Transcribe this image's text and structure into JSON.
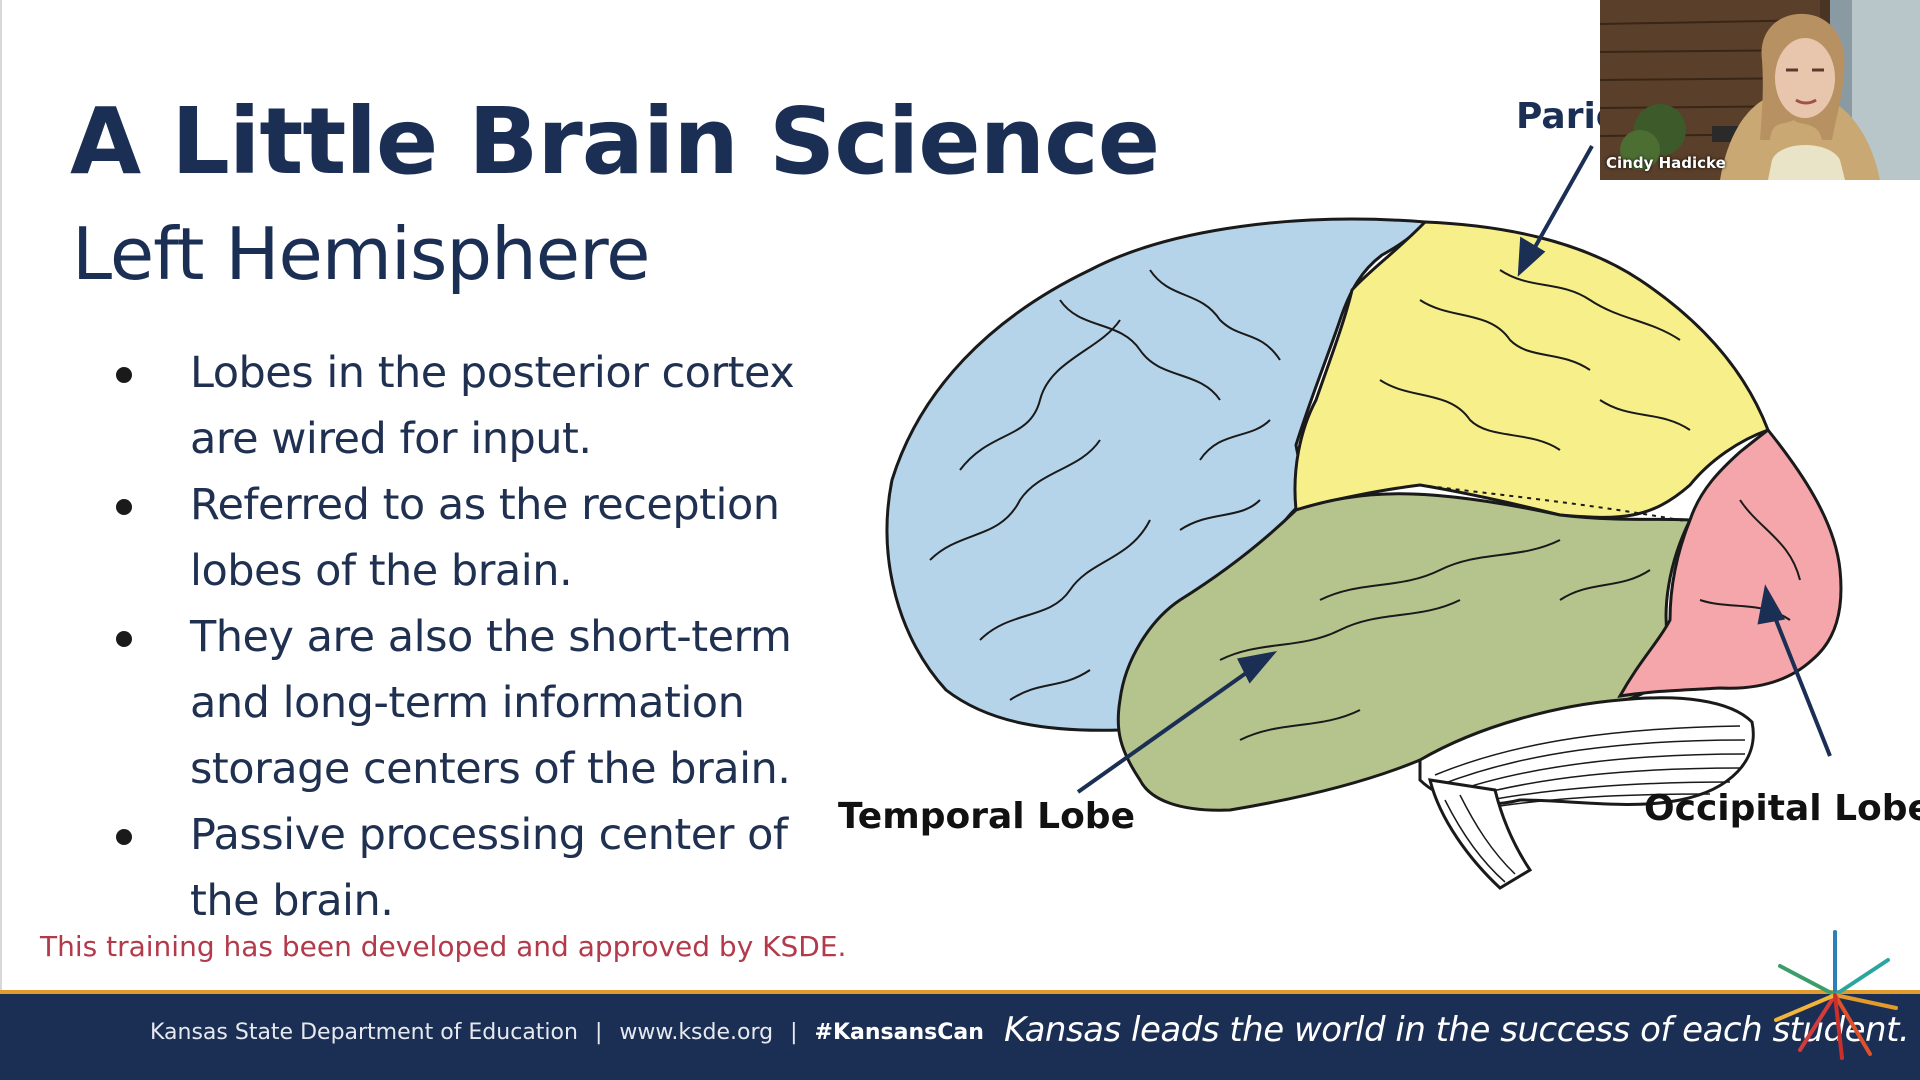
{
  "slide": {
    "title": "A Little Brain Science",
    "subtitle": "Left Hemisphere",
    "bullets": [
      "Lobes in the posterior cortex are wired for input.",
      "Referred to as the reception lobes of the brain.",
      "They are also the short-term and long-term information storage centers of the brain.",
      "Passive processing center of the brain."
    ],
    "note": "This training has been developed and approved by KSDE.",
    "labels": {
      "parietal": "Parie",
      "temporal": "Temporal Lobe",
      "occipital": "Occipital Lobe"
    }
  },
  "footer": {
    "org": "Kansas State Department of Education",
    "separator": "|",
    "website": "www.ksde.org",
    "hashtag": "#KansansCan",
    "tagline": "Kansas leads the world in the success of each student."
  },
  "webcam": {
    "participant_name": "Cindy Hadicke"
  },
  "colors": {
    "navy": "#1b2f55",
    "frontal": "#b5d4ea",
    "parietal": "#f7f08a",
    "temporal": "#b5c48c",
    "occipital": "#f4a6aa",
    "note_red": "#b33a4a",
    "footer_accent": "#e39a2c"
  }
}
